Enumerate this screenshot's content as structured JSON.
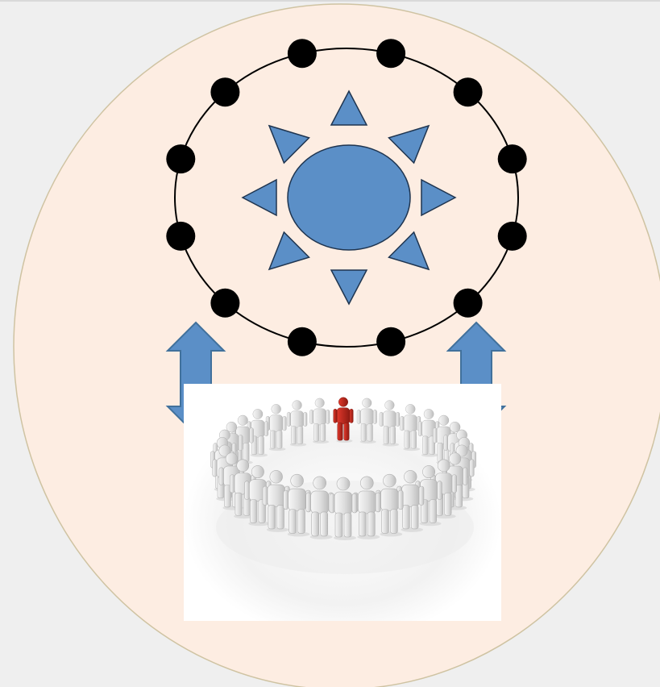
{
  "colors": {
    "page_background": "#efefef",
    "oval_fill": "#fdede2",
    "oval_stroke": "#cfc3a2",
    "sun_fill": "#5b8fc7",
    "sun_stroke": "#1f3550",
    "orbit_stroke": "#000000",
    "satellite_dot": "#000000",
    "arrow_fill": "#5b8fc7",
    "arrow_stroke": "#41719c",
    "leader_figure": "#c0281e",
    "crowd_figure": "#e8e8e8"
  },
  "icons": {
    "sun": "sun-icon",
    "orbit": "orbit-ring",
    "arrows": "double-headed-vertical-arrow",
    "photo": "people-circle-with-leader-image"
  },
  "diagram": {
    "satellite_count": 12,
    "sun_ray_count": 8,
    "crowd_figure_count": 32,
    "leader_count": 1
  }
}
